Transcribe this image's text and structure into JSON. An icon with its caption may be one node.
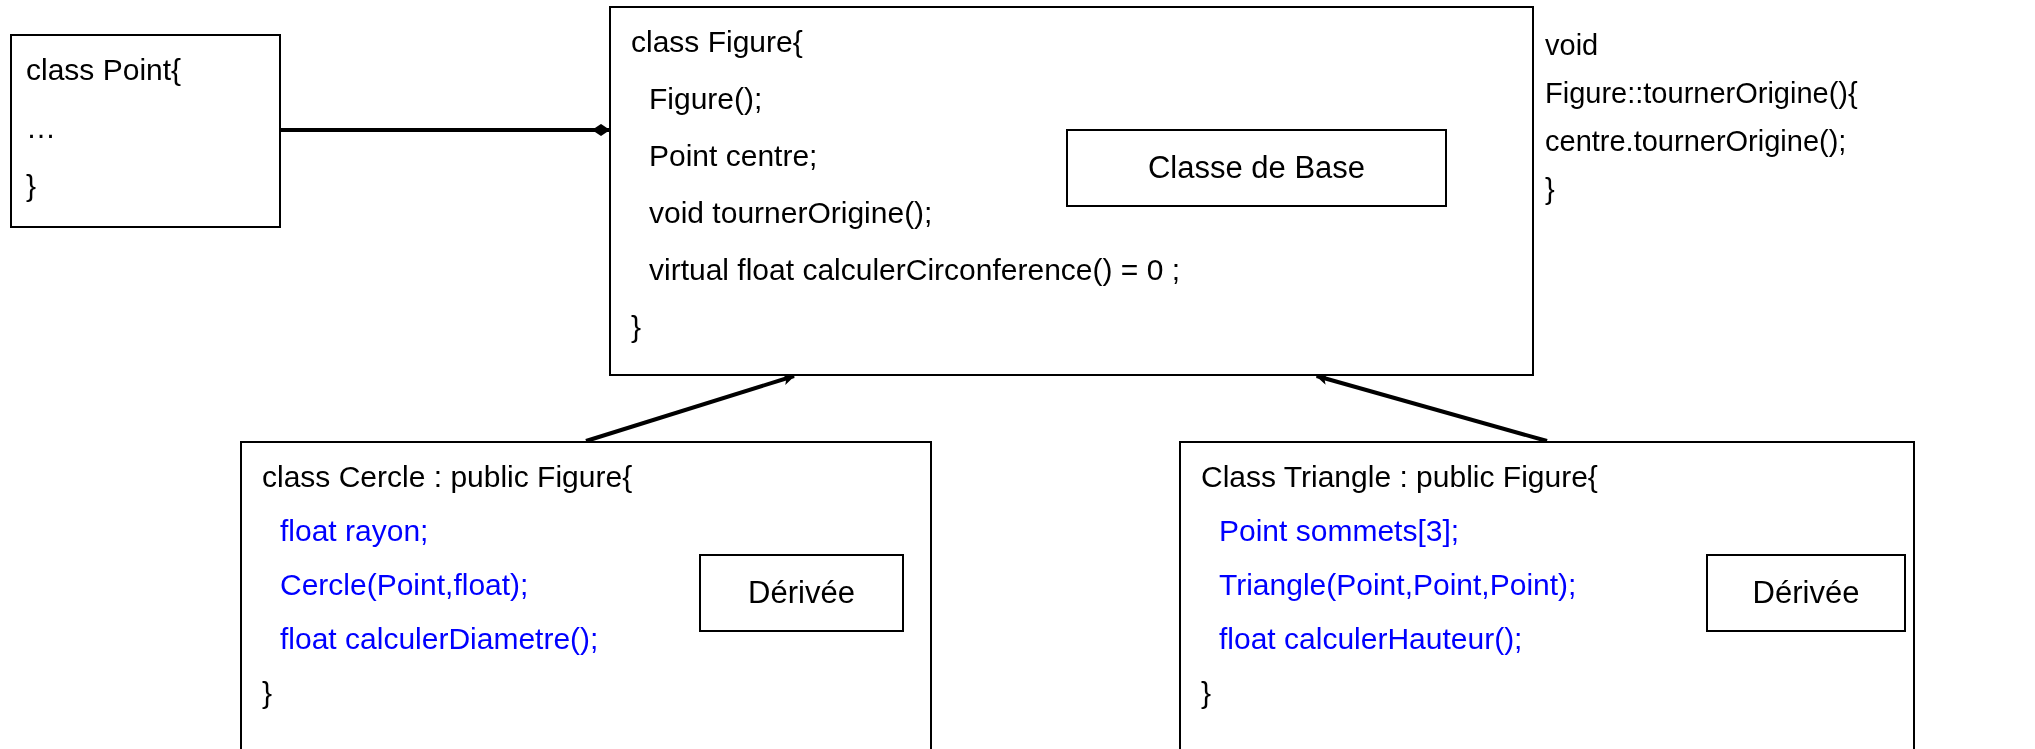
{
  "diagram": {
    "nodes": [
      {
        "text": [
          "class Point{",
          "…",
          "}"
        ]
      },
      {
        "text": [
          "class Figure{",
          "Figure();",
          "Point centre;",
          "void tournerOrigine();",
          "virtual float calculerCirconference() = 0 ;",
          "}"
        ]
      },
      {
        "text": [
          "Classe de Base"
        ],
        "in": 1
      },
      {
        "text": [
          "class Cercle : public Figure{",
          "float rayon;",
          "Cercle(Point,float);",
          "float calculerDiametre();",
          "}"
        ]
      },
      {
        "text": [
          "Dérivée"
        ],
        "in": 3
      },
      {
        "text": [
          "Class Triangle : public Figure{",
          "Point sommets[3];",
          "Triangle(Point,Point,Point);",
          "float calculerHauteur();",
          "}"
        ]
      },
      {
        "text": [
          "Dérivée"
        ],
        "in": 5
      }
    ],
    "edges": [
      {
        "from": 0,
        "to": 1,
        "arrow": "other"
      },
      {
        "from": 3,
        "to": 1,
        "arrow": "to"
      },
      {
        "from": 5,
        "to": 1,
        "arrow": "to"
      }
    ],
    "labels": [
      "void",
      "Figure::tournerOrigine(){",
      "centre.tournerOrigine();",
      "}"
    ]
  }
}
